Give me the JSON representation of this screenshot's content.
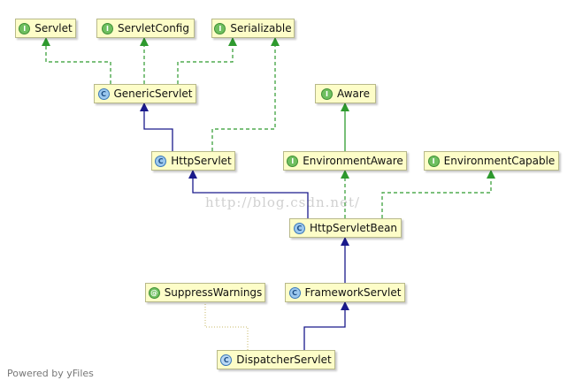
{
  "nodes": [
    {
      "id": "Servlet",
      "label": "Servlet",
      "kind": "interface",
      "badge": "I"
    },
    {
      "id": "ServletConfig",
      "label": "ServletConfig",
      "kind": "interface",
      "badge": "I"
    },
    {
      "id": "Serializable",
      "label": "Serializable",
      "kind": "interface",
      "badge": "I"
    },
    {
      "id": "GenericServlet",
      "label": "GenericServlet",
      "kind": "abstract-class",
      "badge": "C"
    },
    {
      "id": "Aware",
      "label": "Aware",
      "kind": "interface",
      "badge": "I"
    },
    {
      "id": "HttpServlet",
      "label": "HttpServlet",
      "kind": "abstract-class",
      "badge": "C"
    },
    {
      "id": "EnvironmentAware",
      "label": "EnvironmentAware",
      "kind": "interface",
      "badge": "I"
    },
    {
      "id": "EnvironmentCapable",
      "label": "EnvironmentCapable",
      "kind": "interface",
      "badge": "I"
    },
    {
      "id": "HttpServletBean",
      "label": "HttpServletBean",
      "kind": "abstract-class",
      "badge": "C"
    },
    {
      "id": "SuppressWarnings",
      "label": "SuppressWarnings",
      "kind": "annotation",
      "badge": "@"
    },
    {
      "id": "FrameworkServlet",
      "label": "FrameworkServlet",
      "kind": "abstract-class",
      "badge": "C"
    },
    {
      "id": "DispatcherServlet",
      "label": "DispatcherServlet",
      "kind": "class",
      "badge": "C"
    }
  ],
  "edges": [
    {
      "from": "GenericServlet",
      "to": "Servlet",
      "type": "implements"
    },
    {
      "from": "GenericServlet",
      "to": "ServletConfig",
      "type": "implements"
    },
    {
      "from": "GenericServlet",
      "to": "Serializable",
      "type": "implements"
    },
    {
      "from": "HttpServlet",
      "to": "GenericServlet",
      "type": "extends"
    },
    {
      "from": "HttpServlet",
      "to": "Serializable",
      "type": "implements"
    },
    {
      "from": "EnvironmentAware",
      "to": "Aware",
      "type": "interface-extends"
    },
    {
      "from": "HttpServletBean",
      "to": "HttpServlet",
      "type": "extends"
    },
    {
      "from": "HttpServletBean",
      "to": "EnvironmentAware",
      "type": "implements"
    },
    {
      "from": "HttpServletBean",
      "to": "EnvironmentCapable",
      "type": "implements"
    },
    {
      "from": "FrameworkServlet",
      "to": "HttpServletBean",
      "type": "extends"
    },
    {
      "from": "DispatcherServlet",
      "to": "FrameworkServlet",
      "type": "extends"
    },
    {
      "from": "DispatcherServlet",
      "to": "SuppressWarnings",
      "type": "annotated-by"
    }
  ],
  "colors": {
    "extends": "#1a1a8c",
    "implements": "#2e9a2e",
    "annotated": "#c8b96a",
    "node_fill": "#fdfdc8",
    "node_border": "#b8b98a"
  },
  "watermark": "http://blog.csdn.net/",
  "footer": "Powered by yFiles"
}
